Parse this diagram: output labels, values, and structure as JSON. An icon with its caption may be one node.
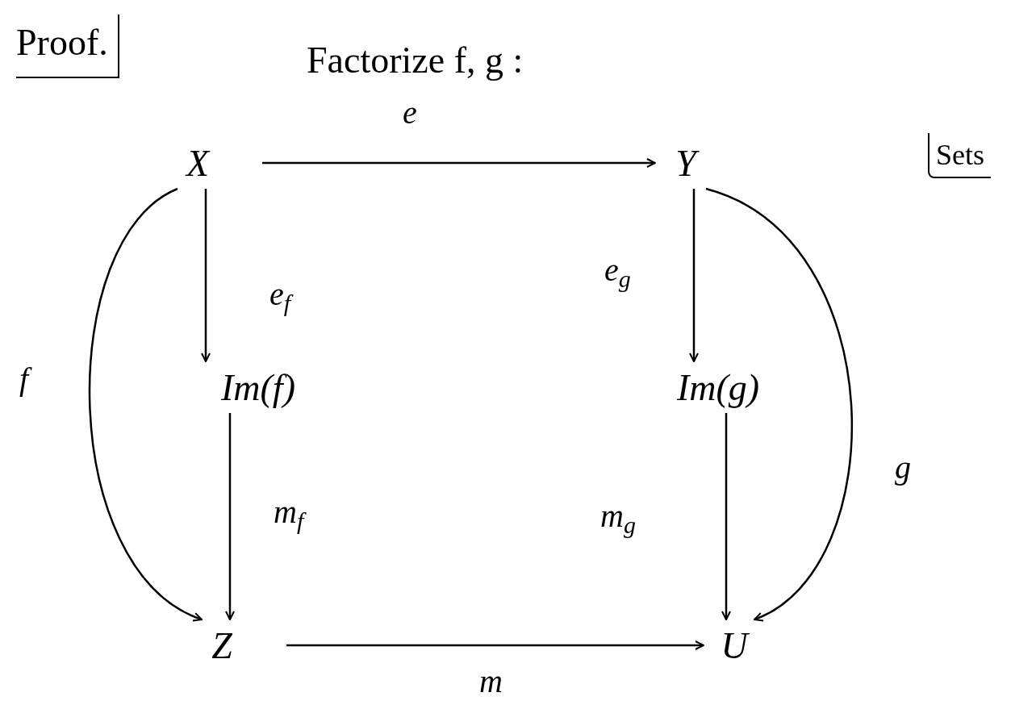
{
  "diagram": {
    "title": "Factorize f, g :",
    "nodes": [
      {
        "text": [
          "X"
        ]
      },
      {
        "text": [
          "Y"
        ]
      },
      {
        "text": [
          "Im(f)"
        ]
      },
      {
        "text": [
          "Im(g)"
        ]
      },
      {
        "text": [
          "Z"
        ]
      },
      {
        "text": [
          "U"
        ]
      }
    ],
    "edges": [
      {
        "from": 0,
        "to": 1,
        "arrow": "to",
        "label": "e"
      },
      {
        "from": 0,
        "to": 2,
        "arrow": "to",
        "label": "e$_{f}$"
      },
      {
        "from": 2,
        "to": 4,
        "arrow": "to",
        "label": "m$_{f}$"
      },
      {
        "from": 1,
        "to": 3,
        "arrow": "to",
        "label": "e$_{g}$"
      },
      {
        "from": 3,
        "to": 5,
        "arrow": "to",
        "label": "m$_{g}$"
      },
      {
        "from": 4,
        "to": 5,
        "arrow": "to",
        "label": "m"
      },
      {
        "from": 0,
        "to": 4,
        "arrow": "to",
        "label": "f"
      },
      {
        "from": 1,
        "to": 5,
        "arrow": "to",
        "label": "g"
      }
    ],
    "labels": [
      "Proof.",
      "Sets"
    ]
  }
}
